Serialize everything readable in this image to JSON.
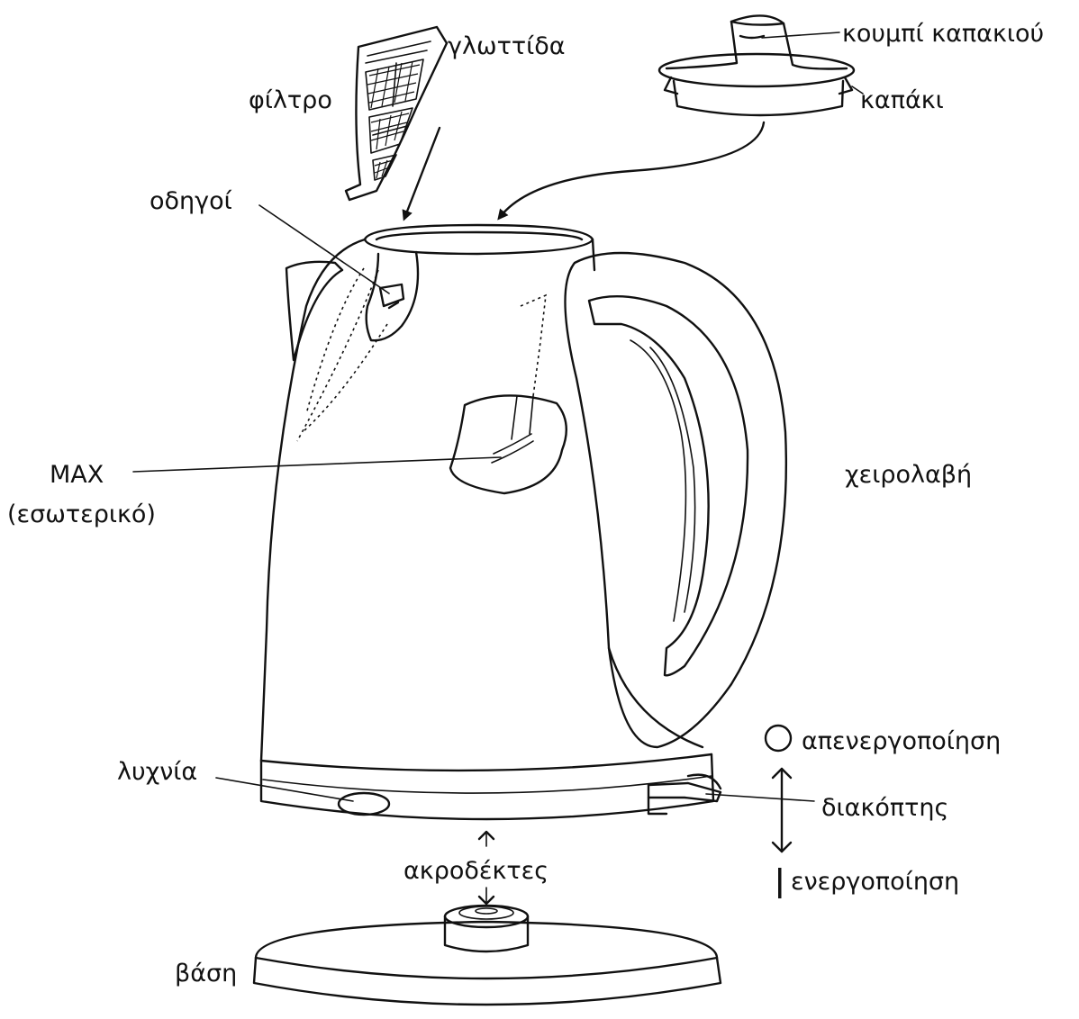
{
  "labels": {
    "lid_knob": "κουμπί καπακιού",
    "tab": "γλωττίδα",
    "filter": "φίλτρο",
    "lid": "καπάκι",
    "guides": "οδηγοί",
    "max": "MAX",
    "max_note": "(εσωτερικό)",
    "handle": "χειρολαβή",
    "off": "απενεργοποίηση",
    "lamp": "λυχνία",
    "switch": "διακόπτης",
    "connectors": "ακροδέκτες",
    "on": "ενεργοποίηση",
    "base": "βάση"
  },
  "icons": {
    "off_symbol": "circle-off-icon",
    "on_symbol": "bar-on-icon"
  },
  "colors": {
    "ink": "#111111",
    "background": "#ffffff"
  }
}
